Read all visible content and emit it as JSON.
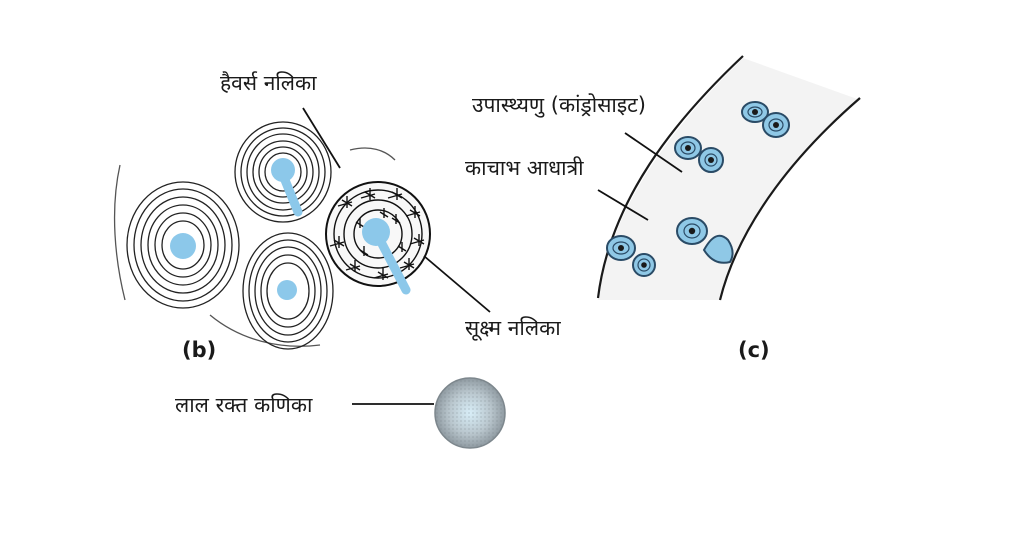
{
  "panel_b": {
    "tag": "(b)",
    "labels": {
      "haversian_canal": "हैवर्स नलिका",
      "canaliculi": "सूक्ष्म नलिका"
    }
  },
  "panel_c": {
    "tag": "(c)",
    "labels": {
      "chondrocyte": "उपास्थ्यणु (कांड्रोसाइट)",
      "matrix": "काचाभ आधात्री"
    }
  },
  "red_blood_cell": {
    "label": "लाल रक्त कणिका"
  },
  "colors": {
    "canal_blue": "#8cc8ea",
    "cell_blue": "#8fc8e6",
    "ink": "#1a1a1a",
    "cartilage_bg": "#f4f4f4",
    "rbc_grey": "#bcc4c9"
  }
}
